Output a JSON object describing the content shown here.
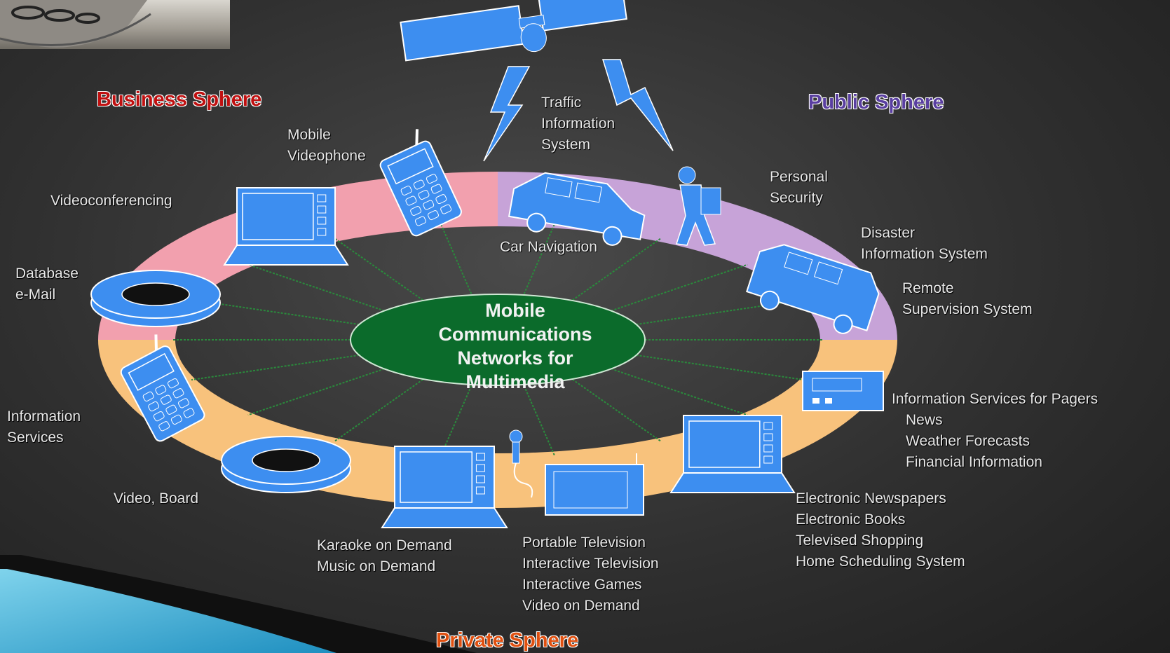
{
  "colors": {
    "business_arc": "#f2a0ae",
    "public_arc": "#c7a3d8",
    "private_arc": "#f8c27c",
    "device": "#3d8ef0",
    "hub": "#0b6b2b",
    "spoke": "#2a8a3c",
    "business_title": "#c01010",
    "public_title": "#5a3fa0",
    "private_title": "#e05010"
  },
  "spheres": {
    "business": "Business Sphere",
    "public": "Public Sphere",
    "private": "Private Sphere"
  },
  "center_text": [
    "Mobile",
    "Communications",
    "Networks for",
    "Multimedia"
  ],
  "labels": {
    "traffic": [
      "Traffic",
      "Information",
      "System"
    ],
    "mobile_videophone": [
      "Mobile",
      "Videophone"
    ],
    "videoconferencing": [
      "Videoconferencing"
    ],
    "database_email": [
      "Database",
      "e-Mail"
    ],
    "information_services": [
      "Information",
      "Services"
    ],
    "video_board": [
      "Video, Board"
    ],
    "karaoke": [
      "Karaoke on Demand",
      "Music on Demand"
    ],
    "portable_tv": [
      "Portable Television",
      "Interactive Television",
      "Interactive Games",
      "Video on Demand"
    ],
    "electronic_newspapers": [
      "Electronic Newspapers",
      "Electronic Books",
      "Televised Shopping",
      "Home Scheduling System"
    ],
    "pagers": [
      "Information Services for Pagers",
      "News",
      "Weather Forecasts",
      "Financial Information"
    ],
    "remote_supervision": [
      "Remote",
      "Supervision System"
    ],
    "disaster": [
      "Disaster",
      "Information System"
    ],
    "personal_security": [
      "Personal",
      "Security"
    ],
    "car_navigation": [
      "Car Navigation"
    ]
  },
  "icons": [
    "satellite-icon",
    "lightning-icon",
    "laptop-icon",
    "mobile-phone-icon",
    "car-icon",
    "person-icon",
    "van-icon",
    "pager-icon",
    "disc-icon",
    "microphone-icon",
    "tv-icon"
  ]
}
